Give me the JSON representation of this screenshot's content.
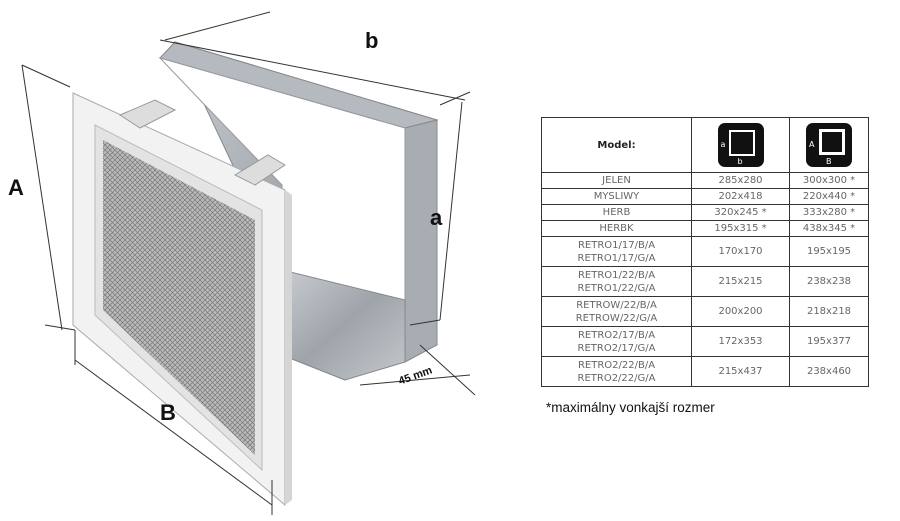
{
  "dimension_labels": {
    "A": "A",
    "B": "B",
    "a": "a",
    "b": "b",
    "depth": "45 mm"
  },
  "table": {
    "header": {
      "model": "Model:",
      "icon_inner": {
        "side": "a",
        "bottom": "b"
      },
      "icon_outer": {
        "side": "A",
        "bottom": "B"
      }
    },
    "rows": [
      {
        "models": [
          "JELEN"
        ],
        "inner": "285x280",
        "outer": "300x300 *"
      },
      {
        "models": [
          "MYSLIWY"
        ],
        "inner": "202x418",
        "outer": "220x440 *"
      },
      {
        "models": [
          "HERB"
        ],
        "inner": "320x245 *",
        "outer": "333x280 *"
      },
      {
        "models": [
          "HERBK"
        ],
        "inner": "195x315 *",
        "outer": "438x345 *"
      },
      {
        "models": [
          "RETRO1/17/B/A",
          "RETRO1/17/G/A"
        ],
        "inner": "170x170",
        "outer": "195x195"
      },
      {
        "models": [
          "RETRO1/22/B/A",
          "RETRO1/22/G/A"
        ],
        "inner": "215x215",
        "outer": "238x238"
      },
      {
        "models": [
          "RETROW/22/B/A",
          "RETROW/22/G/A"
        ],
        "inner": "200x200",
        "outer": "218x218"
      },
      {
        "models": [
          "RETRO2/17/B/A",
          "RETRO2/17/G/A"
        ],
        "inner": "172x353",
        "outer": "195x377"
      },
      {
        "models": [
          "RETRO2/22/B/A",
          "RETRO2/22/G/A"
        ],
        "inner": "215x437",
        "outer": "238x460"
      }
    ]
  },
  "footnote": "*maximálny vonkajší rozmer"
}
